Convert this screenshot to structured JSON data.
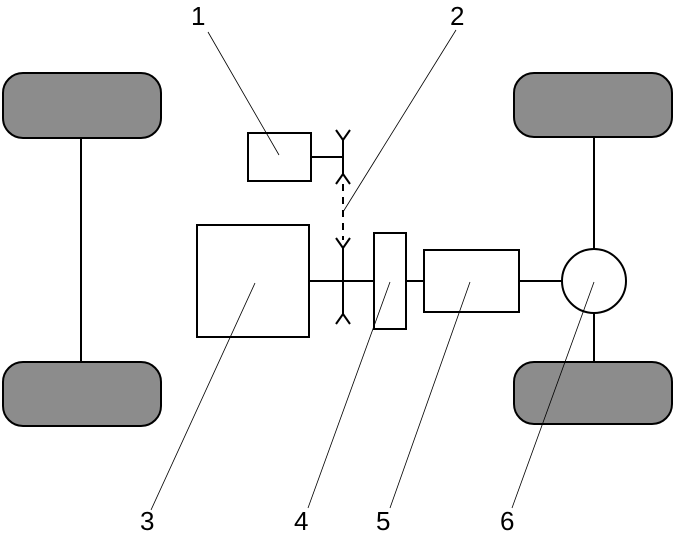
{
  "callouts": {
    "c1": "1",
    "c2": "2",
    "c3": "3",
    "c4": "4",
    "c5": "5",
    "c6": "6"
  },
  "colors": {
    "wheel_fill": "#8c8c8c",
    "stroke": "#000000",
    "background": "#ffffff"
  }
}
